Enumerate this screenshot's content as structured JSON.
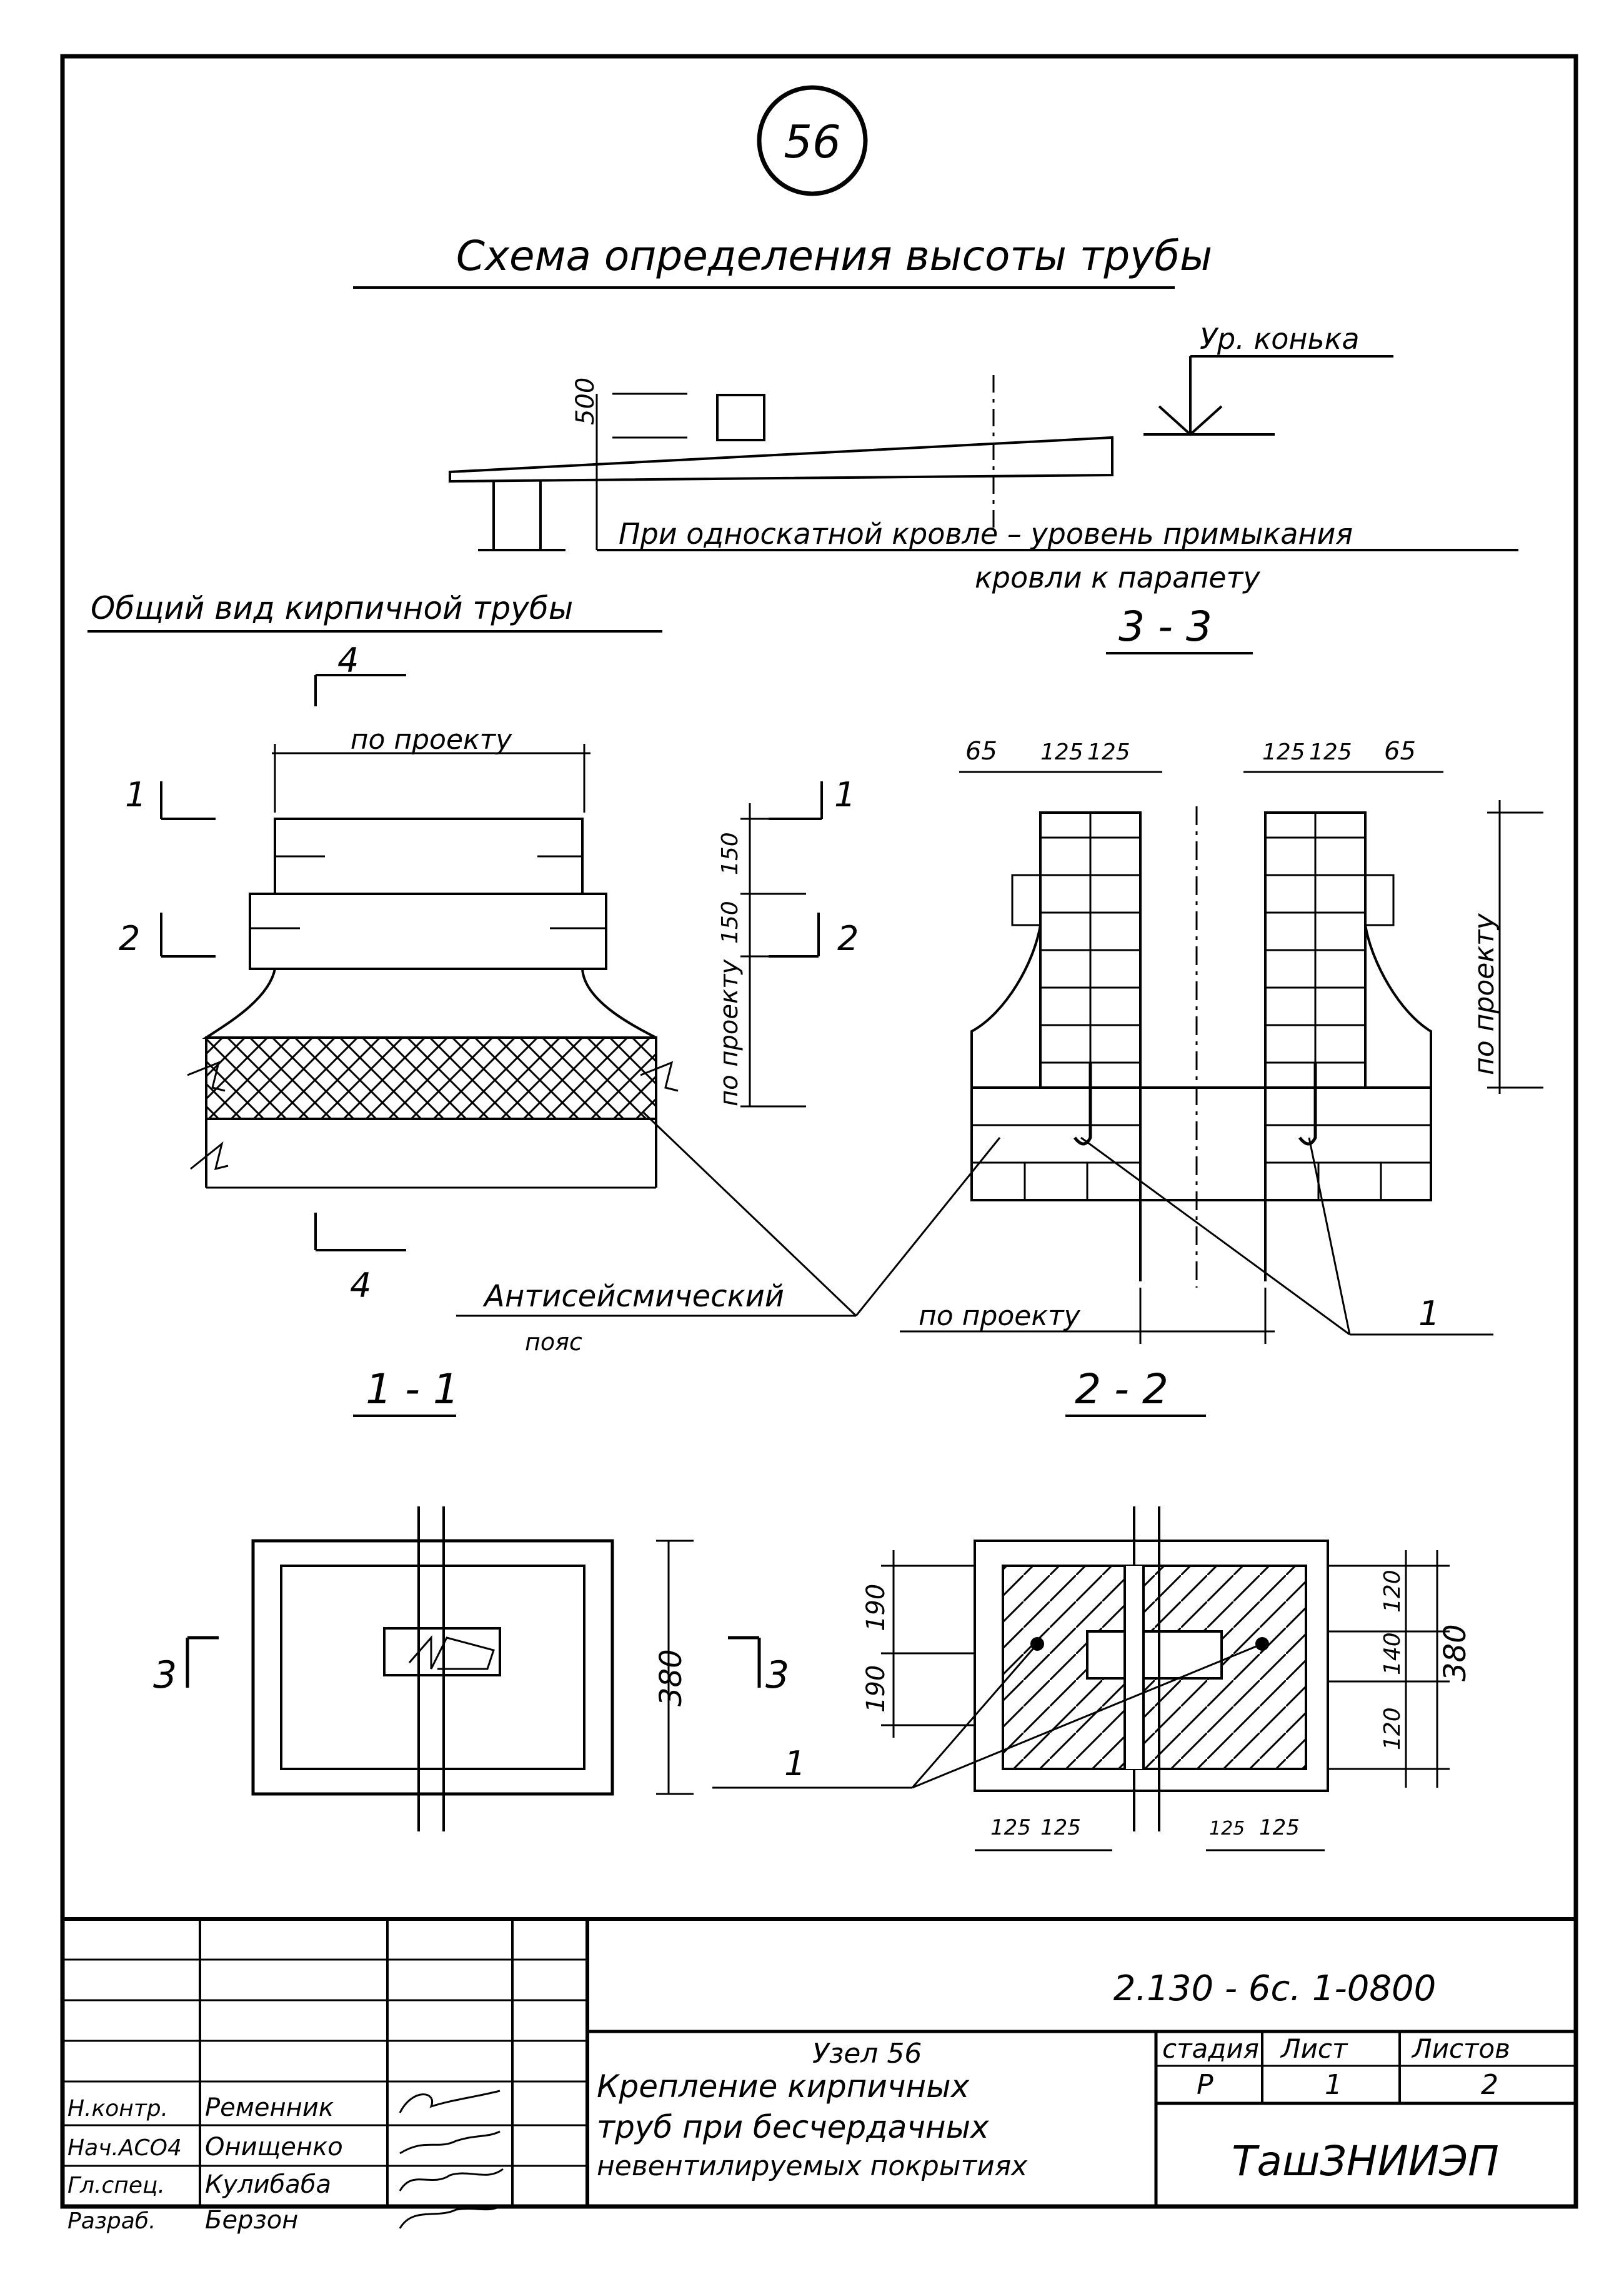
{
  "node_number": "56",
  "titles": {
    "scheme": "Схема определения высоты трубы",
    "general_view": "Общий вид кирпичной трубы",
    "section_3_3": "3 - 3",
    "section_1_1": "1 - 1",
    "section_2_2": "2 - 2"
  },
  "scheme": {
    "ridge_level": "Ур. конька",
    "height_dim": "500",
    "note_line1": "При односкатной кровле – уровень примыкания",
    "note_line2": "кровли к парапету"
  },
  "general": {
    "cut_1": "1",
    "cut_2": "2",
    "cut_4": "4",
    "width_label": "по проекту",
    "dim_top": "150",
    "dim_mid": "150",
    "dim_height": "по проекту",
    "antiseismic_line1": "Антисейсмический",
    "antiseismic_line2": "пояс"
  },
  "section33": {
    "dims_left": [
      "65",
      "125",
      "125"
    ],
    "dims_right": [
      "125",
      "125",
      "65"
    ],
    "height_label": "по проекту",
    "width_label": "по проекту",
    "callout": "1"
  },
  "plan11": {
    "cut_3": "3",
    "dim": "380"
  },
  "plan22": {
    "dims_left_vertical": [
      "190",
      "190"
    ],
    "dims_right_vertical": [
      "120",
      "140",
      "120"
    ],
    "dim_total": "380",
    "dims_bottom_left": [
      "125",
      "125"
    ],
    "dims_bottom_right": [
      "125",
      "125"
    ],
    "callout": "1"
  },
  "title_block": {
    "doc_code": "2.130 - 6с. 1-0800",
    "node": "Узел 56",
    "desc_line1": "Крепление кирпичных",
    "desc_line2": "труб при бесчердачных",
    "desc_line3": "невентилируемых покрытиях",
    "stage_header": "стадия",
    "sheet_header": "Лист",
    "sheets_header": "Листов",
    "stage": "Р",
    "sheet": "1",
    "sheets": "2",
    "org": "ТашЗНИИЭП",
    "roles": [
      "Н.контр.",
      "Нач.АСО4",
      "Гл.спец.",
      "Разраб."
    ],
    "names": [
      "Ременник",
      "Онищенко",
      "Кулибаба",
      "Берзон"
    ]
  }
}
